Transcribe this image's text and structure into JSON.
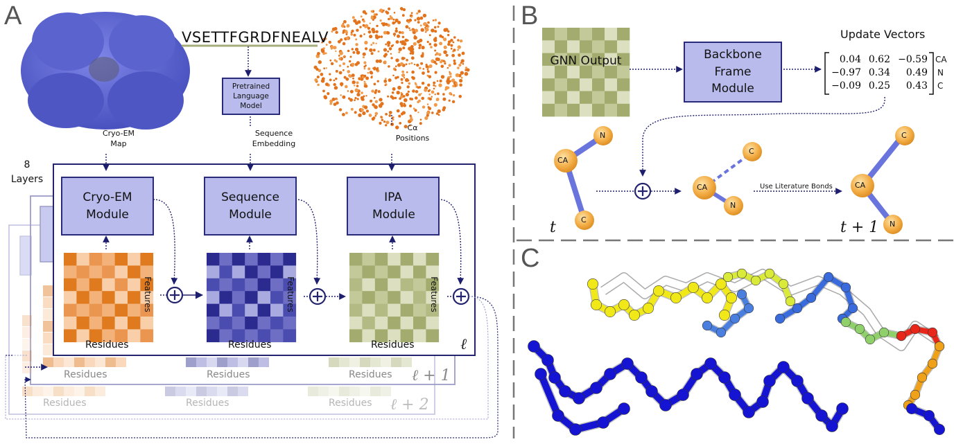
{
  "panels": {
    "a": "A",
    "b": "B",
    "c": "C"
  },
  "panel_a": {
    "sequence": "VSETTFGRDFNEALV",
    "language_model": "Pretrained Language Model",
    "input_labels": {
      "cryo_em": "Cryo-EM Map",
      "sequence": "Sequence Embedding",
      "calpha": "Cα Positions"
    },
    "layers": "8 Layers",
    "modules": [
      "Cryo-EM Module",
      "Sequence Module",
      "IPA Module"
    ],
    "features": "Features",
    "residues": "Residues",
    "layer_labels": [
      "ℓ",
      "ℓ + 1",
      "ℓ + 2"
    ]
  },
  "panel_b": {
    "gnn_output": "GNN Output",
    "frame_module": "Backbone Frame Module",
    "update_vectors": "Update Vectors",
    "matrix": [
      [
        "0.04",
        "0.62",
        "−0.59"
      ],
      [
        "−0.97",
        "0.34",
        "0.49"
      ],
      [
        "−0.09",
        "0.25",
        "0.43"
      ]
    ],
    "row_labels": [
      "CA",
      "N",
      "C"
    ],
    "atoms": {
      "ca": "CA",
      "n": "N",
      "c": "C"
    },
    "literature_bonds": "Use Literature Bonds",
    "time_t": "t",
    "time_t1": "t + 1"
  },
  "colors": {
    "module_fill": "#b8bbec",
    "module_border": "#2a2a7a",
    "orange": "#e07a1f",
    "navy": "#2b2b8f",
    "olive": "#a3ab6e",
    "atom": "#f2a93b",
    "bond": "#6a74dd"
  }
}
